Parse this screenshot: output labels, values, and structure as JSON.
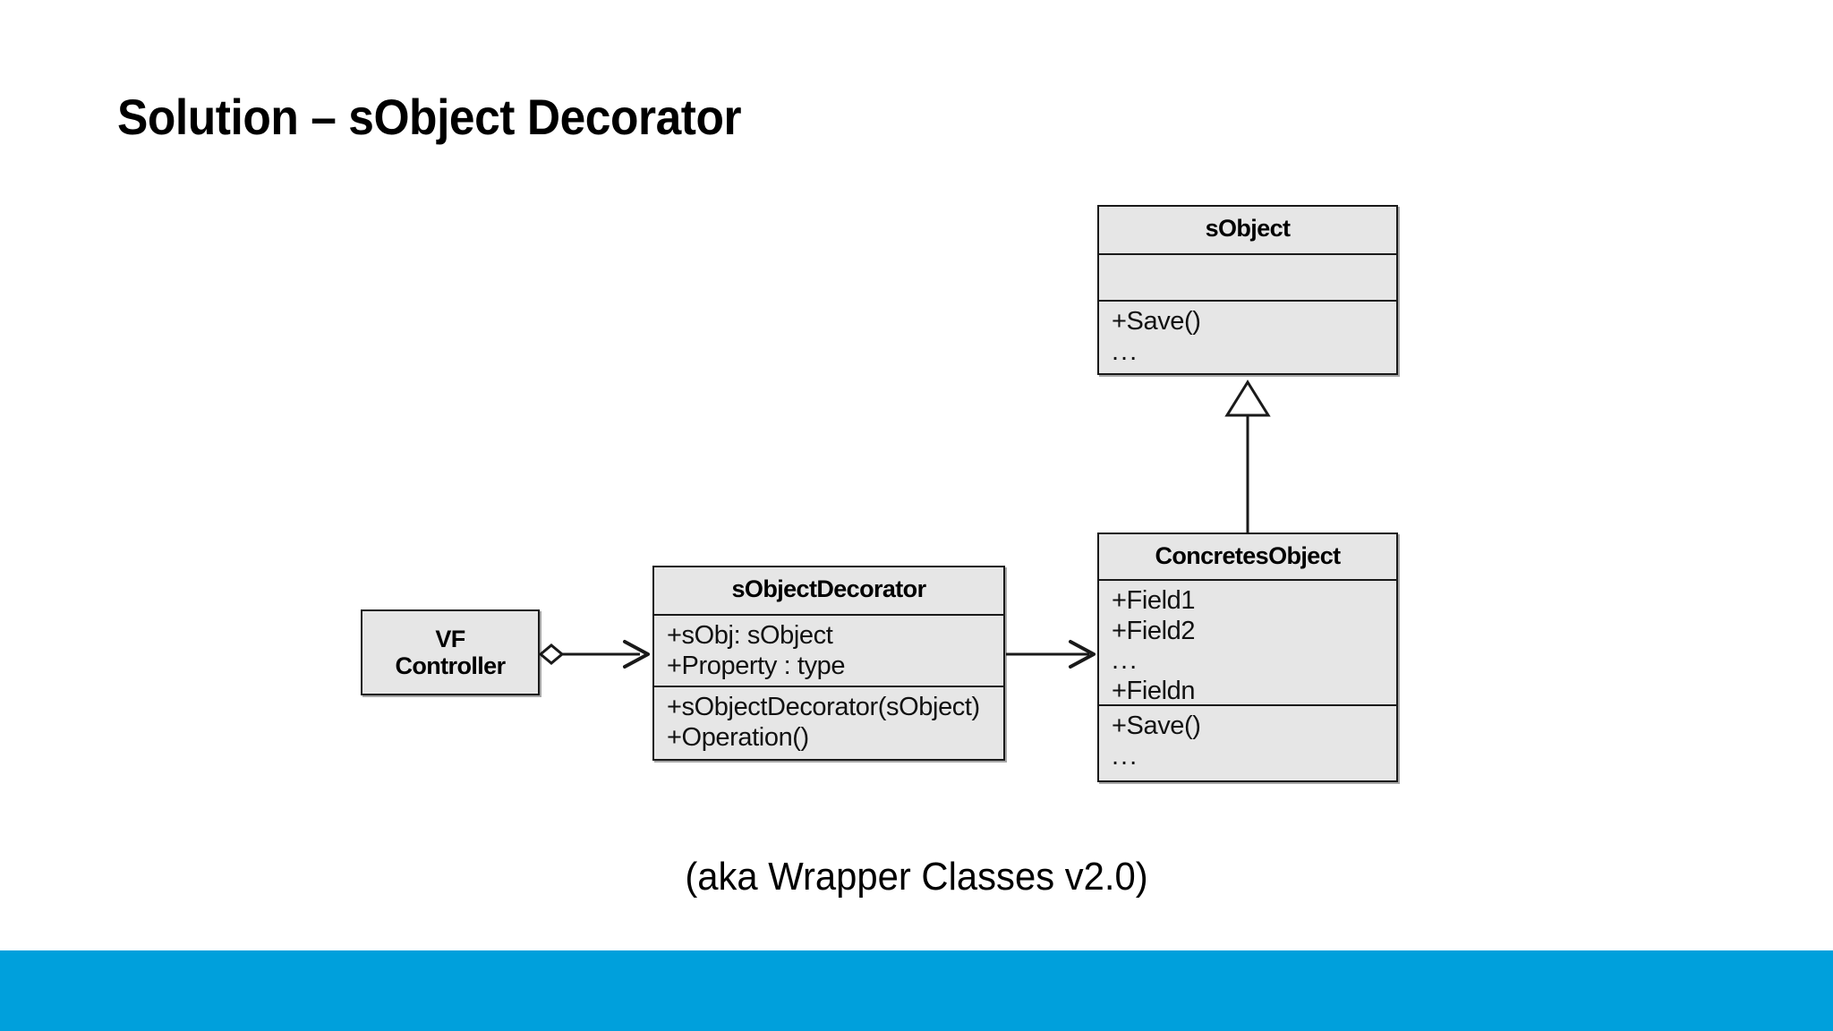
{
  "slide": {
    "title": "Solution – sObject Decorator",
    "caption": "(aka Wrapper Classes v2.0)",
    "band_color": "#00a0dc",
    "box_fill": "#e6e6e6",
    "box_stroke": "#1a1a1a"
  },
  "diagram": {
    "type": "uml-class-diagram",
    "classes": [
      {
        "id": "sobject",
        "name": "sObject",
        "attributes": [],
        "operations": [
          "+Save()",
          "..."
        ]
      },
      {
        "id": "concretesobject",
        "name": "ConcretesObject",
        "attributes": [
          "+Field1",
          "+Field2",
          "...",
          "+Fieldn"
        ],
        "operations": [
          "+Save()",
          "..."
        ]
      },
      {
        "id": "sobjectdecorator",
        "name": "sObjectDecorator",
        "attributes": [
          "+sObj: sObject",
          "+Property : type"
        ],
        "operations": [
          "+sObjectDecorator(sObject)",
          "+Operation()"
        ]
      },
      {
        "id": "vfcontroller",
        "name_line1": "VF",
        "name_line2": "Controller"
      }
    ],
    "relations": [
      {
        "id": "generalization",
        "kind": "generalization",
        "from": "ConcretesObject",
        "to": "sObject",
        "marker": "hollow-triangle"
      },
      {
        "id": "aggregation",
        "kind": "aggregation",
        "from": "VF Controller",
        "to": "sObjectDecorator",
        "marker_source": "hollow-diamond",
        "marker_target": "open-arrow"
      },
      {
        "id": "association",
        "kind": "association",
        "from": "sObjectDecorator",
        "to": "ConcretesObject",
        "marker_target": "open-arrow"
      }
    ]
  }
}
